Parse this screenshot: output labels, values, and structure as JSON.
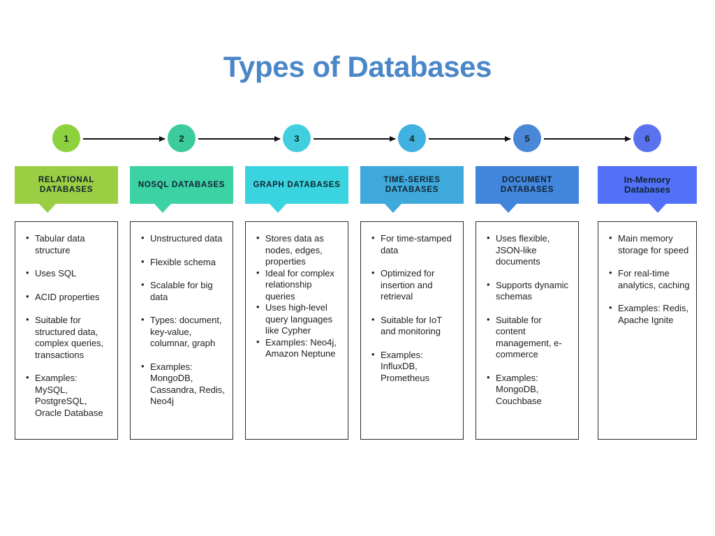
{
  "title": "Types of Databases",
  "title_color": "#4a86c8",
  "flow": {
    "arrow_icon": "right-arrow-icon",
    "steps": [
      {
        "number": "1",
        "color": "#8ed13f"
      },
      {
        "number": "2",
        "color": "#3ccb9d"
      },
      {
        "number": "3",
        "color": "#41cfe0"
      },
      {
        "number": "4",
        "color": "#40b1e0"
      },
      {
        "number": "5",
        "color": "#4a87d6"
      },
      {
        "number": "6",
        "color": "#5a72ed"
      }
    ]
  },
  "columns": [
    {
      "id": "relational-databases",
      "header": "Relational Databases",
      "header_style": "uppercase",
      "header_color": "#9ace43",
      "spacing": "loose",
      "bullets": [
        "Tabular data structure",
        "Uses SQL",
        "ACID properties",
        "Suitable for structured data, complex queries, transactions",
        "Examples: MySQL, PostgreSQL, Oracle Database"
      ]
    },
    {
      "id": "nosql-databases",
      "header": "NoSQL Databases",
      "header_style": "uppercase",
      "header_color": "#3dd2a4",
      "spacing": "loose",
      "bullets": [
        "Unstructured data",
        "Flexible schema",
        "Scalable for big data",
        "Types: document, key-value, columnar, graph",
        "Examples: MongoDB, Cassandra, Redis, Neo4j"
      ]
    },
    {
      "id": "graph-databases",
      "header": "Graph Databases",
      "header_style": "uppercase",
      "header_color": "#3ad4e0",
      "spacing": "tight",
      "bullets": [
        "Stores data as nodes, edges, properties",
        "Ideal for complex relationship queries",
        "Uses high-level query languages like Cypher",
        "Examples: Neo4j, Amazon Neptune"
      ]
    },
    {
      "id": "time-series-databases",
      "header": "Time-Series Databases",
      "header_style": "uppercase",
      "header_color": "#3fa9dc",
      "spacing": "loose",
      "bullets": [
        "For time-stamped data",
        "Optimized for insertion and retrieval",
        "Suitable for IoT and monitoring",
        "Examples: InfluxDB, Prometheus"
      ]
    },
    {
      "id": "document-databases",
      "header": "Document Databases",
      "header_style": "uppercase",
      "header_color": "#4285dc",
      "spacing": "loose",
      "bullets": [
        "Uses flexible, JSON-like documents",
        "Supports dynamic schemas",
        "Suitable for content management, e-commerce",
        "Examples: MongoDB, Couchbase"
      ]
    },
    {
      "id": "in-memory-databases",
      "header": "In-Memory Databases",
      "header_style": "mixed",
      "header_color": "#5271f8",
      "spacing": "loose",
      "bullets": [
        "Main memory storage for speed",
        "For real-time analytics, caching",
        "Examples: Redis, Apache Ignite"
      ]
    }
  ]
}
